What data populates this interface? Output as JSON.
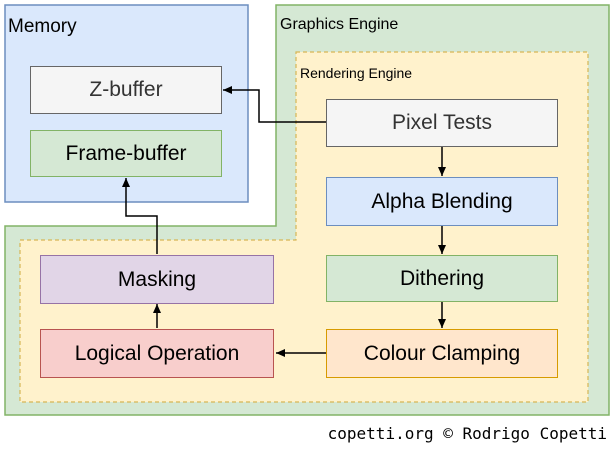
{
  "regions": {
    "memory": "Memory",
    "graphics_engine": "Graphics Engine",
    "rendering_engine": "Rendering Engine"
  },
  "boxes": {
    "z_buffer": "Z-buffer",
    "frame_buffer": "Frame-buffer",
    "pixel_tests": "Pixel Tests",
    "alpha_blending": "Alpha Blending",
    "dithering": "Dithering",
    "colour_clamping": "Colour Clamping",
    "logical_operation": "Logical Operation",
    "masking": "Masking"
  },
  "credit": "copetti.org © Rodrigo Copetti",
  "colors": {
    "memory_fill": "#dae8fc",
    "memory_border": "#6c8ebf",
    "graphics_fill": "#d5e8d4",
    "graphics_border": "#82b366",
    "rendering_fill": "#fff2cc",
    "rendering_border": "#d6b656",
    "grey_fill": "#f5f5f5",
    "grey_border": "#666666",
    "blue_fill": "#dae8fc",
    "blue_border": "#6c8ebf",
    "green_fill": "#d5e8d4",
    "green_border": "#82b366",
    "orange_fill": "#ffe6cc",
    "orange_border": "#d79b00",
    "red_fill": "#f8cecc",
    "red_border": "#b85450",
    "purple_fill": "#e1d5e7",
    "purple_border": "#9673a6"
  }
}
